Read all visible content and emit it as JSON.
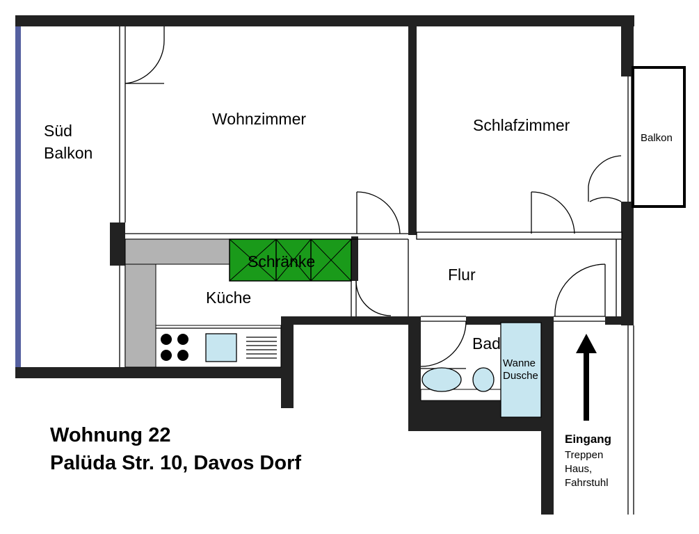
{
  "rooms": {
    "sued_balkon_line1": "Süd",
    "sued_balkon_line2": "Balkon",
    "wohnzimmer": "Wohnzimmer",
    "schlafzimmer": "Schlafzimmer",
    "balkon": "Balkon",
    "schraenke": "Schränke",
    "kueche": "Küche",
    "flur": "Flur",
    "bad": "Bad",
    "wanne_line1": "Wanne",
    "wanne_line2": "Dusche"
  },
  "entrance": {
    "title": "Eingang",
    "line1": "Treppen",
    "line2": "Haus,",
    "line3": "Fahrstuhl"
  },
  "caption": {
    "line1": "Wohnung 22",
    "line2": "Palüda Str. 10, Davos Dorf"
  },
  "colors": {
    "wall": "#222222",
    "cabinet": "#1a9a1a",
    "counter": "#b3b3b3",
    "bath_fixture": "#c7e6f0",
    "balcony_glass": "#5560a0"
  }
}
